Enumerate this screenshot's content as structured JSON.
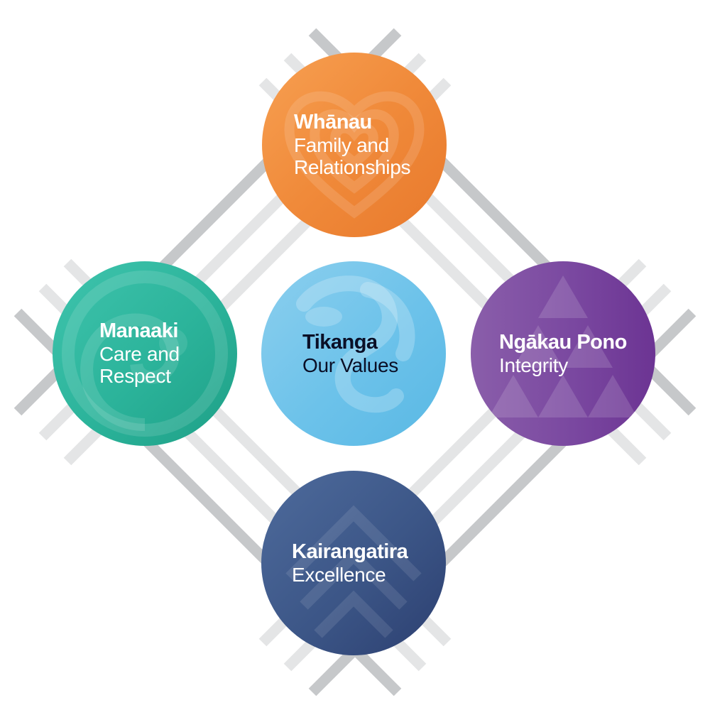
{
  "values": {
    "whanau": {
      "title": "Whānau",
      "lines": [
        "Family and",
        "Relationships"
      ]
    },
    "manaaki": {
      "title": "Manaaki",
      "lines": [
        "Care and",
        "Respect"
      ]
    },
    "tikanga": {
      "title": "Tikanga",
      "lines": [
        "Our Values"
      ]
    },
    "ngakau_pono": {
      "title": "Ngākau Pono",
      "lines": [
        "Integrity"
      ]
    },
    "kairangatira": {
      "title": "Kairangatira",
      "lines": [
        "Excellence"
      ]
    }
  },
  "colors": {
    "whanau": "#f08a3a",
    "manaaki": "#2bb39a",
    "tikanga": "#6cc2ea",
    "ngakau_pono": "#7a48a0",
    "kairangatira": "#3c5687",
    "lattice_dark": "#c6c8ca",
    "lattice_light": "#e4e5e6"
  },
  "icons": {
    "whanau": "heart-icon",
    "manaaki": "koru-icon",
    "tikanga": "hei-tiki-icon",
    "ngakau_pono": "triangles-icon",
    "kairangatira": "chevron-up-icon"
  }
}
